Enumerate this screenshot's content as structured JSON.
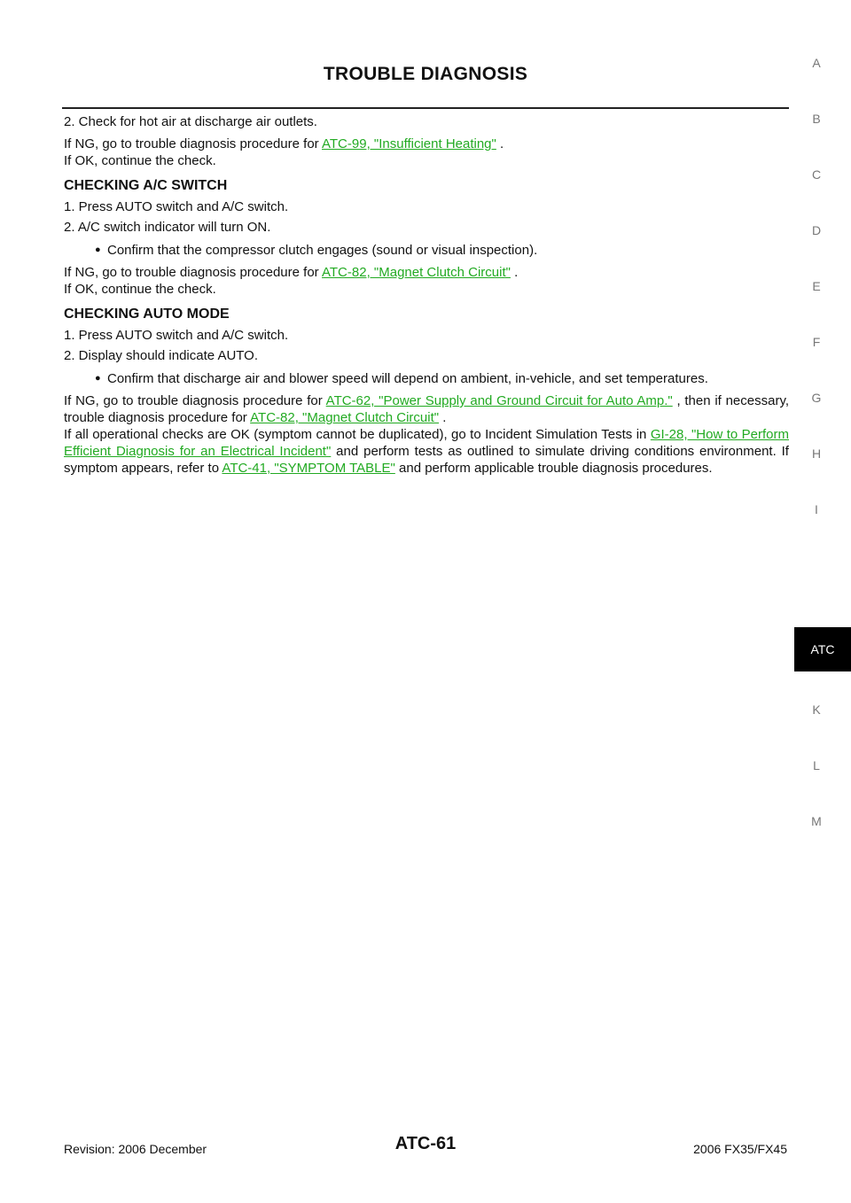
{
  "header": {
    "title": "TROUBLE DIAGNOSIS"
  },
  "intro": {
    "step2": "2. Check for hot air at discharge air outlets.",
    "ng_prefix": "If NG, go to trouble diagnosis procedure for ",
    "ng_link": "ATC-99, \"Insufficient Heating\"",
    "ng_suffix": " .",
    "ok": "If OK, continue the check."
  },
  "ac_switch": {
    "heading": "CHECKING A/C SWITCH",
    "step1": "1. Press AUTO switch and A/C switch.",
    "step2": "2. A/C switch indicator will turn ON.",
    "bullet": "Confirm that the compressor clutch engages (sound or visual inspection).",
    "ng_prefix": "If NG, go to trouble diagnosis procedure for ",
    "ng_link": "ATC-82, \"Magnet Clutch Circuit\"",
    "ng_suffix": " .",
    "ok": "If OK, continue the check."
  },
  "auto_mode": {
    "heading": "CHECKING AUTO MODE",
    "step1": "1. Press AUTO switch and A/C switch.",
    "step2": "2. Display should indicate AUTO.",
    "bullet": "Confirm that discharge air and blower speed will depend on ambient, in-vehicle, and set temperatures.",
    "ng_prefix": "If NG, go to trouble diagnosis procedure for ",
    "ng_link1": "ATC-62, \"Power Supply and Ground Circuit for Auto Amp.\"",
    "ng_mid": " , then if necessary, trouble diagnosis procedure for ",
    "ng_link2": "ATC-82, \"Magnet Clutch Circuit\"",
    "ng_suffix": " .",
    "final_prefix": "If all operational checks are OK (symptom cannot be duplicated), go to Incident Simulation Tests in ",
    "final_link1": "GI-28, \"How to Perform Efficient Diagnosis for an Electrical Incident\"",
    "final_mid": " and perform tests as outlined to simulate driving conditions environment. If symptom appears, refer to ",
    "final_link2": "ATC-41, \"SYMPTOM TABLE\"",
    "final_suffix": " and perform applicable trouble diagnosis procedures."
  },
  "side_index": {
    "letters": [
      "A",
      "B",
      "C",
      "D",
      "E",
      "F",
      "G",
      "H",
      "I",
      "K",
      "L",
      "M"
    ],
    "active": "ATC"
  },
  "footer": {
    "revision": "Revision: 2006 December",
    "page": "ATC-61",
    "model": "2006 FX35/FX45"
  },
  "colors": {
    "link": "#22aa22",
    "active_tab_bg": "#000000"
  }
}
